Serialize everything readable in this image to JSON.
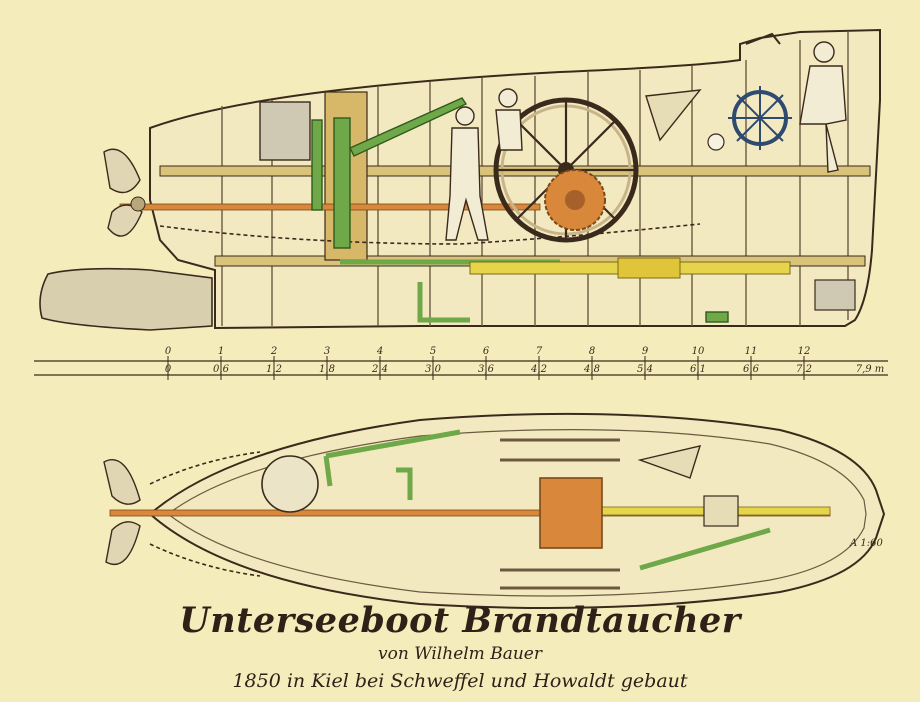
{
  "caption": {
    "title": "Unterseeboot Brandtaucher",
    "byline": "von Wilhelm Bauer",
    "built": "1850 in Kiel bei Schweffel und Howaldt gebaut"
  },
  "scale": {
    "upper_ticks": [
      "0",
      "1",
      "2",
      "3",
      "4",
      "5",
      "6",
      "7",
      "8",
      "9",
      "10",
      "11",
      "12"
    ],
    "lower_ticks": [
      "0",
      "0,6",
      "1,2",
      "1,8",
      "2,4",
      "3,0",
      "3,6",
      "4,2",
      "4,8",
      "5,4",
      "6,1",
      "6,6",
      "7,2"
    ],
    "end_label": "7,9 m"
  },
  "plan_mark": "A 1:60",
  "colors": {
    "paper": "#f5ecbb",
    "ink": "#3a2a1c",
    "wood": "#d9c27a",
    "green": "#5f9a3a",
    "orange": "#d9873a",
    "yellow": "#e6d54a",
    "navy": "#2e4a6e",
    "grey": "#c9c4b0"
  }
}
